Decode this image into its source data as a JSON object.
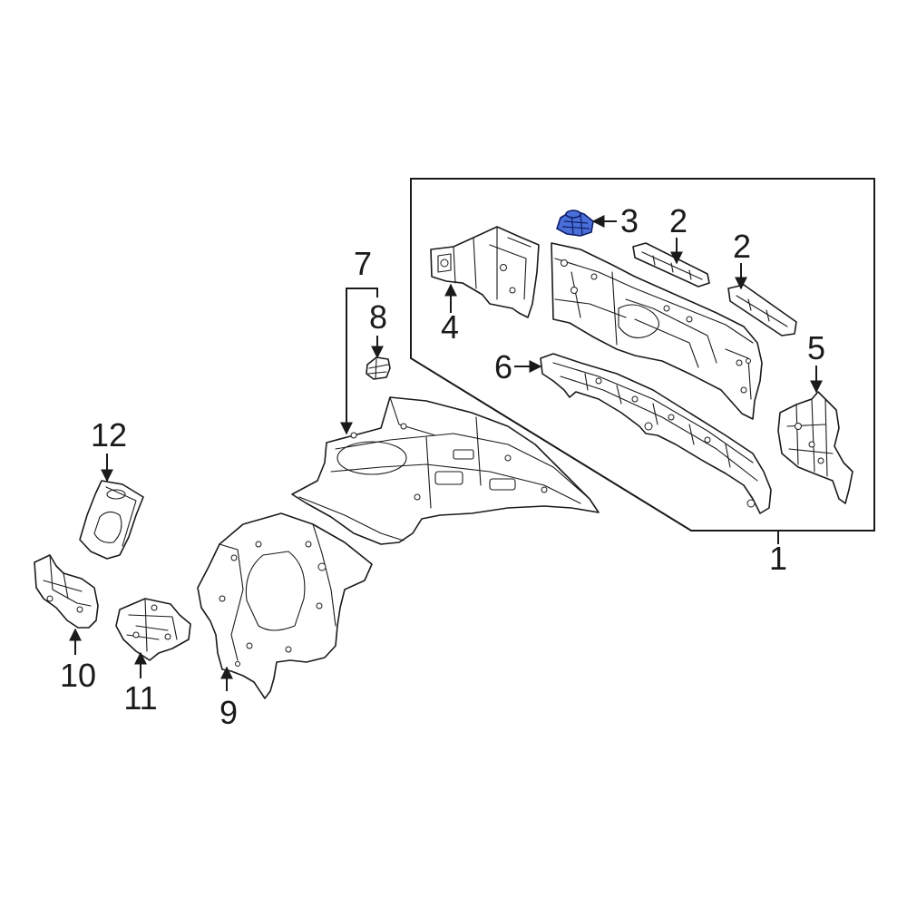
{
  "callouts": {
    "c1": "1",
    "c2a": "2",
    "c2b": "2",
    "c3": "3",
    "c4": "4",
    "c5": "5",
    "c6": "6",
    "c7": "7",
    "c8": "8",
    "c9": "9",
    "c10": "10",
    "c11": "11",
    "c12": "12"
  },
  "colors": {
    "highlight_part": "#4a6fd8",
    "line": "#1a1a1a",
    "background": "#ffffff"
  },
  "highlighted_callout": "3"
}
